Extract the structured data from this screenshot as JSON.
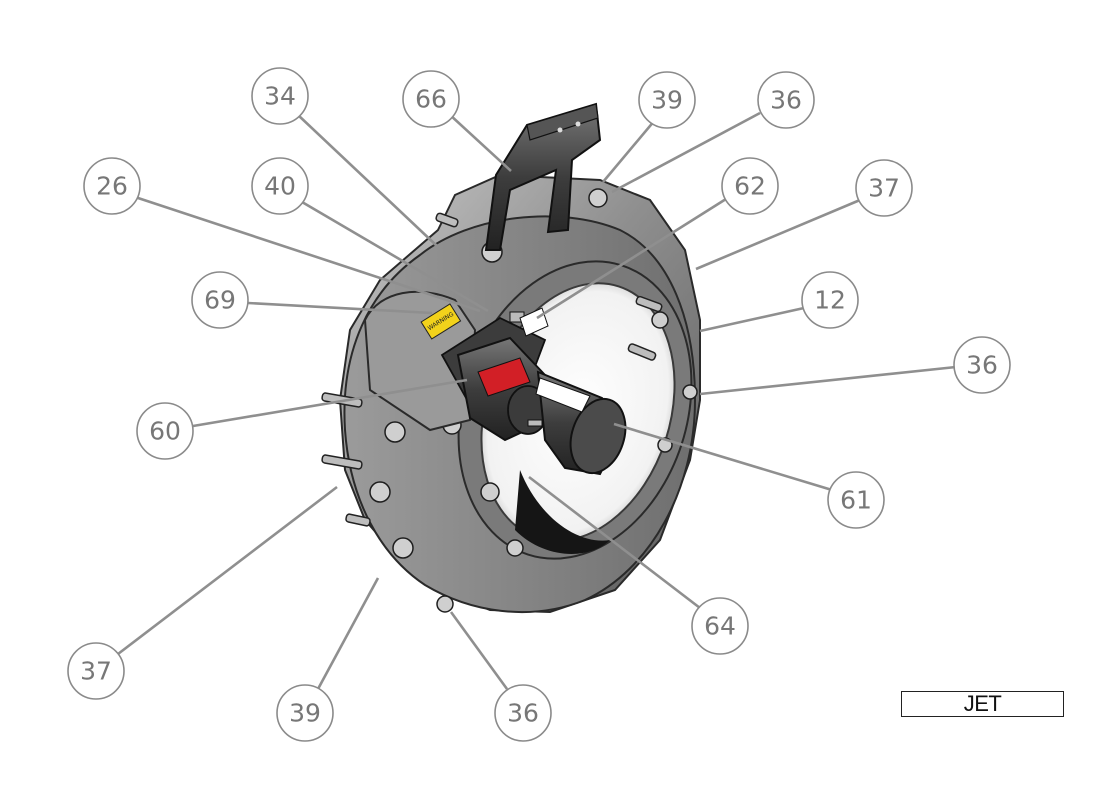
{
  "drawing": {
    "label": "JET",
    "balloons": [
      {
        "id": "34"
      },
      {
        "id": "66"
      },
      {
        "id": "39"
      },
      {
        "id": "36"
      },
      {
        "id": "26"
      },
      {
        "id": "40"
      },
      {
        "id": "62"
      },
      {
        "id": "37"
      },
      {
        "id": "12"
      },
      {
        "id": "69"
      },
      {
        "id": "36"
      },
      {
        "id": "60"
      },
      {
        "id": "61"
      },
      {
        "id": "64"
      },
      {
        "id": "37"
      },
      {
        "id": "39"
      },
      {
        "id": "36"
      }
    ],
    "decals": {
      "warning_text": "WARNING",
      "starter_label_text": "",
      "tag_text": ""
    },
    "colors": {
      "housing": "#8e8e8e",
      "housing_dark": "#3a3a3a",
      "starter_body": "#4a4a4a",
      "warning_yellow": "#f2d21b",
      "starter_red": "#d21f26",
      "bracket": "#222222"
    }
  }
}
